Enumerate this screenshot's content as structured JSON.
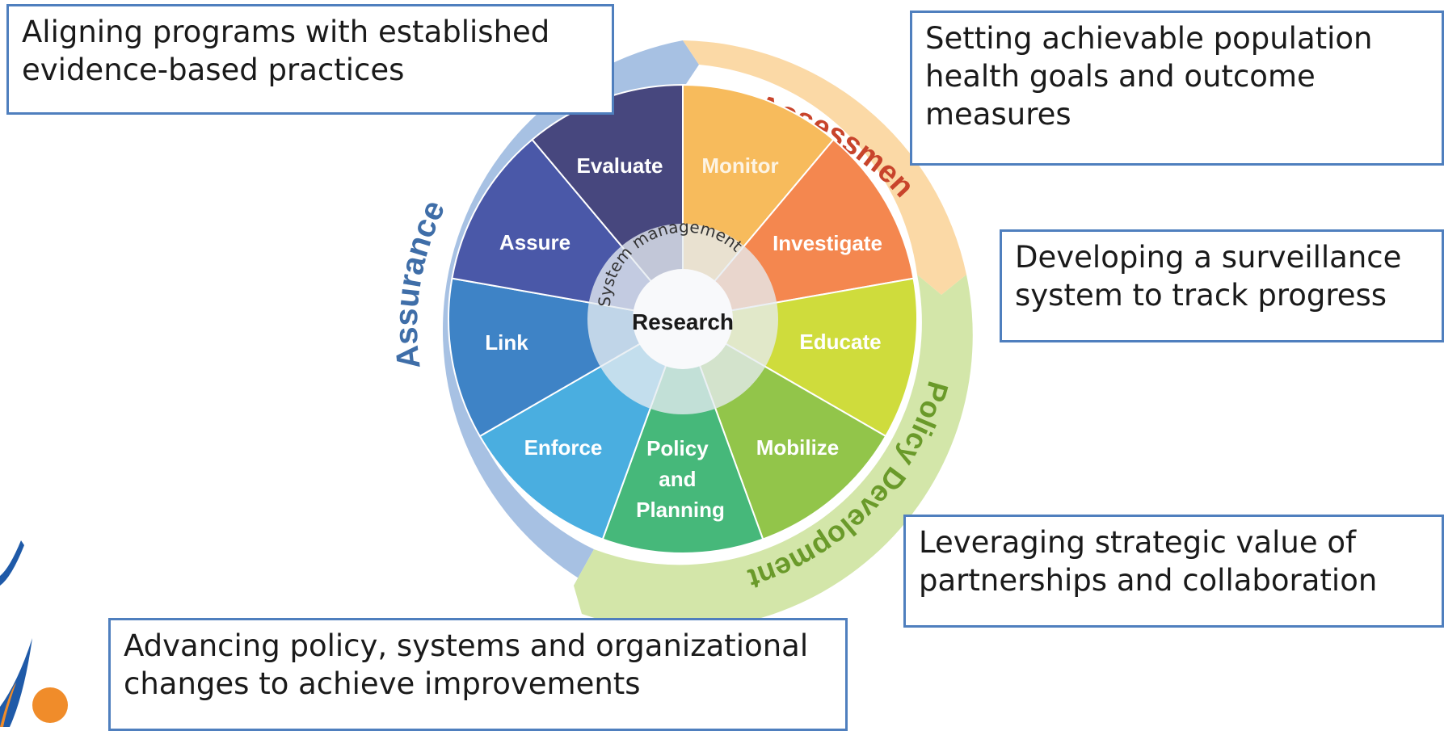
{
  "wheel": {
    "center_label": "Research",
    "ring_label": "System management",
    "segments": [
      {
        "label": "Monitor",
        "color": "#f7bb5c",
        "text_color": "#fdf4e4"
      },
      {
        "label": "Investigate",
        "color": "#f4874f",
        "text_color": "#ffffff"
      },
      {
        "label": "Educate",
        "color": "#cfdc3c",
        "text_color": "#ffffff"
      },
      {
        "label": "Mobilize",
        "color": "#92c54a",
        "text_color": "#ffffff"
      },
      {
        "label": "Policy and Planning",
        "color": "#46b87a",
        "text_color": "#ffffff"
      },
      {
        "label": "Enforce",
        "color": "#4aaee0",
        "text_color": "#ffffff"
      },
      {
        "label": "Link",
        "color": "#3e83c6",
        "text_color": "#ffffff"
      },
      {
        "label": "Assure",
        "color": "#4a58a8",
        "text_color": "#ffffff"
      },
      {
        "label": "Evaluate",
        "color": "#47477e",
        "text_color": "#ffffff"
      }
    ],
    "arcs": [
      {
        "label": "Assessment",
        "color": "#fbd9a6",
        "text_color": "#c8442b"
      },
      {
        "label": "Policy Development",
        "color": "#d3e6a9",
        "text_color": "#6a9a2a"
      },
      {
        "label": "Assurance",
        "color": "#a7c1e3",
        "text_color": "#3f6ea8"
      }
    ]
  },
  "callouts": {
    "aligning": {
      "line1": "Aligning programs with established",
      "line2": "evidence-based practices"
    },
    "setting": {
      "line1": "Setting achievable population",
      "line2": "health goals and outcome",
      "line3": "measures"
    },
    "developing": {
      "line1": "Developing a surveillance",
      "line2": "system to track progress"
    },
    "leveraging": {
      "line1": "Leveraging strategic value of",
      "line2": "partnerships and collaboration"
    },
    "advancing": {
      "line1": "Advancing policy, systems and organizational",
      "line2": "changes to achieve improvements"
    }
  },
  "logo_icon": "person-swoosh-logo-icon"
}
